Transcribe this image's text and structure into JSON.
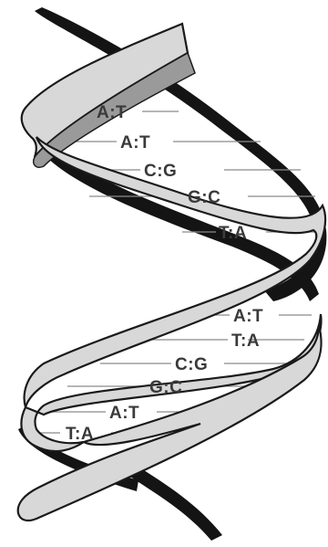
{
  "colors": {
    "dark_strand": "#141414",
    "light_strand_fill": "#d8d8d8",
    "light_strand_edge": "#1a1a1a",
    "label": "#3a3a3a",
    "rung": "#8a8a8a",
    "background": "#ffffff"
  },
  "base_pairs": [
    {
      "id": "bp1",
      "label": "A:T"
    },
    {
      "id": "bp2",
      "label": "A:T"
    },
    {
      "id": "bp3",
      "label": "C:G"
    },
    {
      "id": "bp4",
      "label": "G:C"
    },
    {
      "id": "bp5",
      "label": "T:A"
    },
    {
      "id": "bp6",
      "label": "A:T"
    },
    {
      "id": "bp7",
      "label": "T:A"
    },
    {
      "id": "bp8",
      "label": "C:G"
    },
    {
      "id": "bp9",
      "label": "G:C"
    },
    {
      "id": "bp10",
      "label": "A:T"
    },
    {
      "id": "bp11",
      "label": "T:A"
    }
  ]
}
